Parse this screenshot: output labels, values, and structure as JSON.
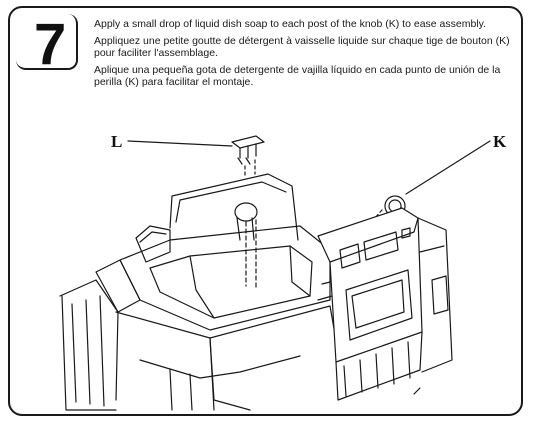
{
  "step": {
    "number": "7"
  },
  "instructions": {
    "english": "Apply a small drop of liquid dish soap to each post of the knob (K) to ease assembly.",
    "french": "Appliquez une petite goutte de détergent à vaisselle liquide sur chaque tige de bouton (K) pour faciliter l'assemblage.",
    "spanish": "Aplique una pequeña gota de detergente de vajilla líquido en cada punto de unión de la perilla (K) para facilitar el montaje."
  },
  "callouts": {
    "left": "L",
    "right": "K"
  },
  "illustration": {
    "subject-icon": "toy-sink-assembly-icon",
    "knob-icon": "knob-part-icon",
    "clip-icon": "clip-part-icon",
    "line_color": "#1a1a1a"
  }
}
